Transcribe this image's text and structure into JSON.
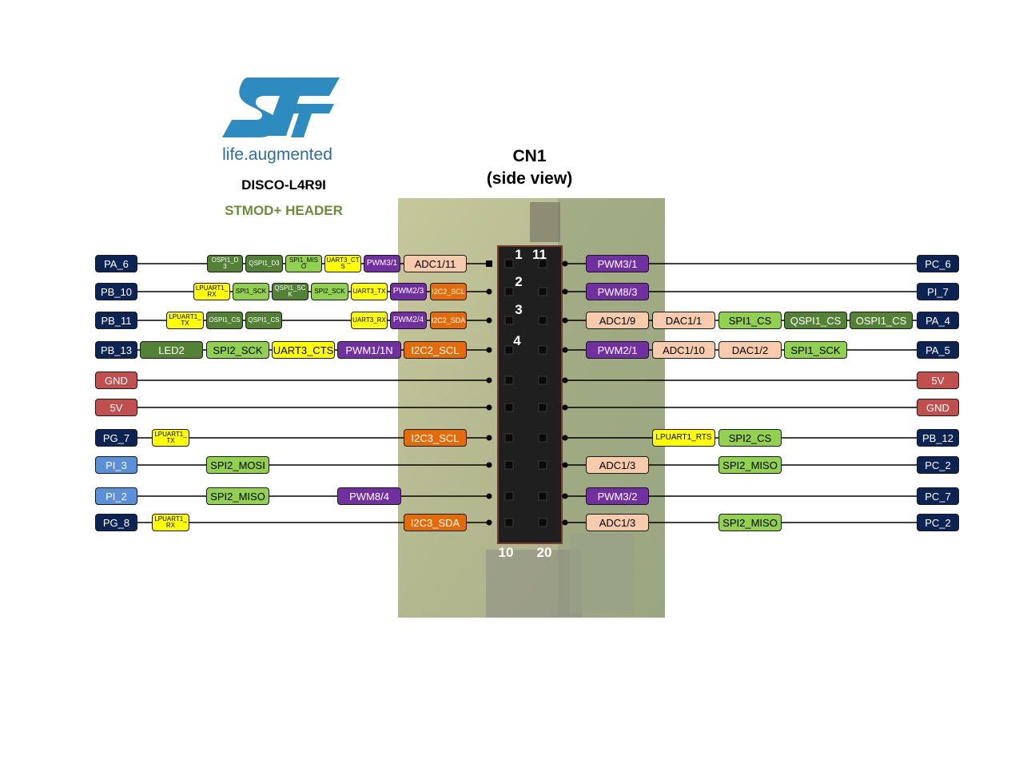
{
  "header": {
    "brand_tagline": "life.augmented",
    "board_name": "DISCO-L4R9I",
    "header_name": "STMOD+ HEADER",
    "connector_title": "CN1",
    "connector_subtitle": "(side view)"
  },
  "pin_numbers": {
    "p1": "1",
    "p2": "2",
    "p3": "3",
    "p4": "4",
    "p10": "10",
    "p11": "11",
    "p20": "20"
  },
  "colors": {
    "port": "#0b2454",
    "port_light": "#5b8fd6",
    "power": "#c0504d",
    "olive": "#538135",
    "green": "#92d050",
    "yellow": "#ffff00",
    "purple": "#7030a0",
    "orange": "#e36c09",
    "peach": "#f8cbad",
    "logo": "#2e8bbf"
  },
  "left_rows": [
    {
      "pin": "PA_6",
      "tags": [
        "OSPI1_D3",
        "QSPI1_D3",
        "SPI1_MISO",
        "UART3_CTS",
        "PWM3/1",
        "ADC1/11"
      ]
    },
    {
      "pin": "PB_10",
      "tags": [
        "LPUART1_RX",
        "SPI1_SCK",
        "QSPI1_SCK",
        "SPI2_SCK",
        "UART3_TX",
        "PWM2/3",
        "I2C2_SCL"
      ]
    },
    {
      "pin": "PB_11",
      "tags": [
        "LPUART1_TX",
        "OSPI1_CS",
        "QSPI1_CS",
        "UART3_RX",
        "PWM2/4",
        "I2C2_SDA"
      ]
    },
    {
      "pin": "PB_13",
      "tags": [
        "LED2",
        "SPI2_SCK",
        "UART3_CTS",
        "PWM1/1N",
        "I2C2_SCL"
      ]
    },
    {
      "pin": "GND",
      "tags": []
    },
    {
      "pin": "5V",
      "tags": []
    },
    {
      "pin": "PG_7",
      "tags": [
        "LPUART1_TX",
        "I2C3_SCL"
      ]
    },
    {
      "pin": "PI_3",
      "tags": [
        "SPI2_MOSI"
      ]
    },
    {
      "pin": "PI_2",
      "tags": [
        "SPI2_MISO",
        "PWM8/4"
      ]
    },
    {
      "pin": "PG_8",
      "tags": [
        "LPUART1_RX",
        "I2C3_SDA"
      ]
    }
  ],
  "right_rows": [
    {
      "pin": "PC_6",
      "tags": [
        "PWM3/1"
      ]
    },
    {
      "pin": "PI_7",
      "tags": [
        "PWM8/3"
      ]
    },
    {
      "pin": "PA_4",
      "tags": [
        "ADC1/9",
        "DAC1/1",
        "SPI1_CS",
        "QSPI1_CS",
        "OSPI1_CS"
      ]
    },
    {
      "pin": "PA_5",
      "tags": [
        "PWM2/1",
        "ADC1/10",
        "DAC1/2",
        "SPI1_SCK"
      ]
    },
    {
      "pin": "5V",
      "tags": []
    },
    {
      "pin": "GND",
      "tags": []
    },
    {
      "pin": "PB_12",
      "tags": [
        "LPUART1_RTS",
        "SPI2_CS"
      ]
    },
    {
      "pin": "PC_2",
      "tags": [
        "ADC1/3",
        "SPI2_MISO"
      ]
    },
    {
      "pin": "PC_7",
      "tags": [
        "PWM3/2"
      ]
    },
    {
      "pin": "PC_2",
      "tags": [
        "ADC1/3",
        "SPI2_MISO"
      ]
    }
  ]
}
